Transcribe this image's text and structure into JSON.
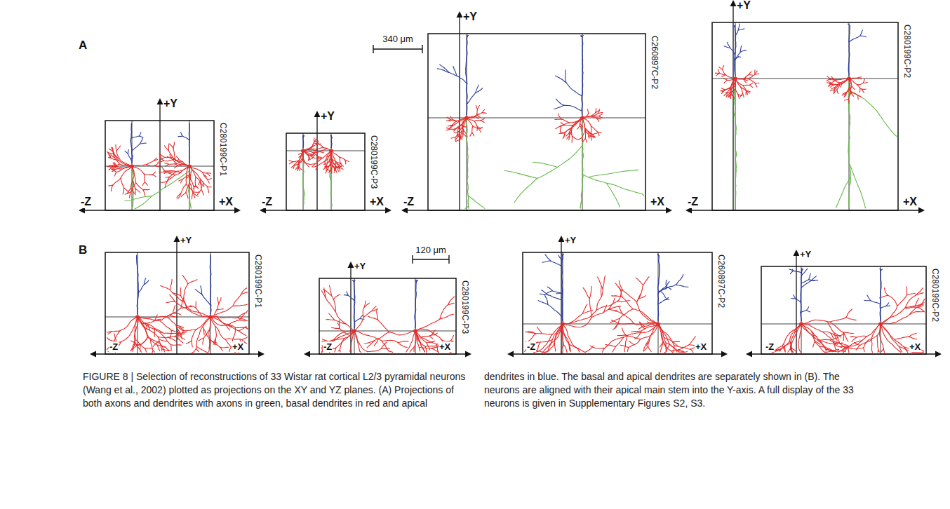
{
  "diagram": {
    "caption": "FIGURE 8 | Selection of reconstructions of 33 Wistar rat cortical L2/3 pyramidal neurons (Wang et al., 2002) plotted as projections on the XY and YZ planes. (A) Projections of both axons and dendrites with axons in green, basal dendrites in red and apical dendrites in blue. The basal and apical dendrites are separately shown in (B). The neurons are aligned with their apical main stem into the Y-axis. A full display of the 33 neurons is given in Supplementary Figures S2, S3.",
    "labels": [
      "A",
      "340 μm",
      "+Y",
      "-Z",
      "+X",
      "C280199C-P1",
      "+Y",
      "-Z",
      "+X",
      "C280199C-P3",
      "+Y",
      "-Z",
      "+X",
      "C260897C-P2",
      "+Y",
      "-Z",
      "+X",
      "C280199C-P2",
      "B",
      "120 μm",
      "+Y",
      "-Z",
      "+X",
      "C280199C-P1",
      "+Y",
      "-Z",
      "+X",
      "C280199C-P3",
      "+Y",
      "-Z",
      "+X",
      "C260897C-P2",
      "+Y",
      "-Z",
      "+X",
      "C280199C-P2"
    ]
  }
}
